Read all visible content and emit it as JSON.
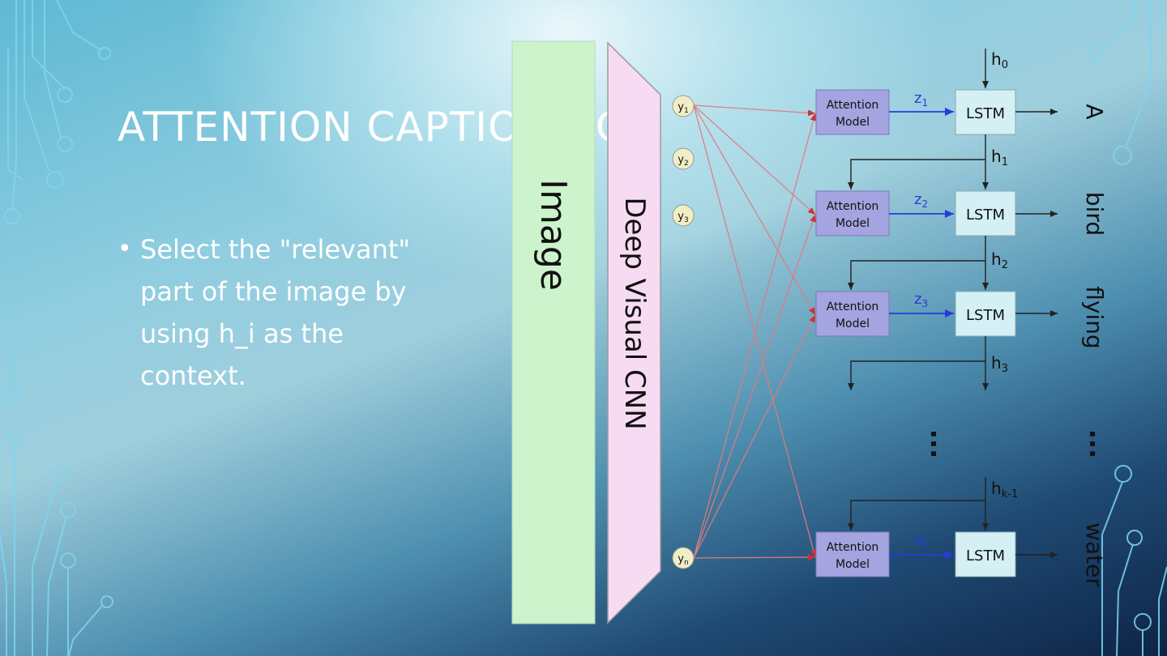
{
  "slide": {
    "title": "ATTENTION CAPTIONING",
    "bullets": [
      "Select the \"relevant\" part of the image by using h_i as the context."
    ]
  },
  "diagram": {
    "image_label": "Image",
    "cnn_label": "Deep Visual CNN",
    "feature_nodes": [
      {
        "base": "y",
        "sub": "1"
      },
      {
        "base": "y",
        "sub": "2"
      },
      {
        "base": "y",
        "sub": "3"
      },
      {
        "base": "y",
        "sub": "n"
      }
    ],
    "attention_label_line1": "Attention",
    "attention_label_line2": "Model",
    "lstm_label": "LSTM",
    "context_vectors": [
      {
        "base": "z",
        "sub": "1"
      },
      {
        "base": "z",
        "sub": "2"
      },
      {
        "base": "z",
        "sub": "3"
      },
      {
        "base": "z",
        "sub": "k"
      }
    ],
    "hidden_states": [
      {
        "base": "h",
        "sub": "0"
      },
      {
        "base": "h",
        "sub": "1"
      },
      {
        "base": "h",
        "sub": "2"
      },
      {
        "base": "h",
        "sub": "3"
      },
      {
        "base": "h",
        "sub": "k-1"
      }
    ],
    "output_words": [
      "A",
      "bird",
      "flying",
      "water"
    ],
    "ellipsis": "...",
    "colors": {
      "image_fill": "#ccf3cc",
      "cnn_fill": "#f7dbf3",
      "attention_fill": "#a4a4e0",
      "lstm_fill": "#d4f0f4",
      "feature_node_fill": "#f0eec4",
      "attention_links": "#e07a80",
      "context_arrow": "#2a3ad8"
    }
  }
}
